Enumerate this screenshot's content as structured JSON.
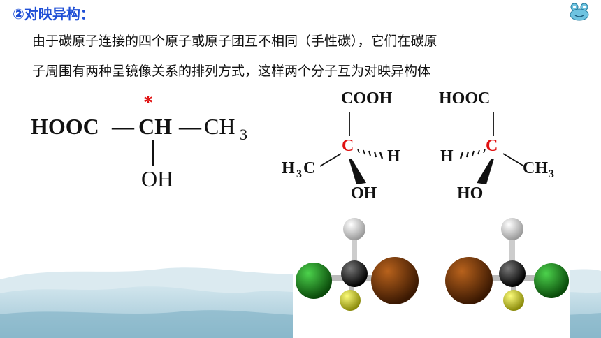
{
  "slide": {
    "title": "②对映异构：",
    "paragraph_line1": "由于碳原子连接的四个原子或原子团互不相同（手性碳），它们在碳原",
    "paragraph_line2": "子周围有两种呈镜像关系的排列方式，这样两个分子互为对映异构体"
  },
  "lactic_acid": {
    "left_group": "HOOC",
    "bond_h1": "—",
    "center": "CH",
    "bond_h2": "—",
    "right_group": "CH",
    "right_subscript": "3",
    "bottom_group": "OH",
    "chiral_mark": "*"
  },
  "enantiomer_a": {
    "top": "COOH",
    "center": "C",
    "left_main": "H",
    "left_sub": "3",
    "left_tail": "C",
    "right": "H",
    "bottom": "OH"
  },
  "enantiomer_b": {
    "top": "HOOC",
    "center": "C",
    "left": "H",
    "right_main": "CH",
    "right_sub": "3",
    "bottom": "HO"
  },
  "colors": {
    "title_blue": "#1f4fd6",
    "chiral_red": "#e01010",
    "hill_blue": "#9fc6d6",
    "atom_green": "#1a8a1a",
    "atom_brown": "#7a3a08",
    "atom_yellow": "#d8d820",
    "atom_black": "#111111",
    "atom_white": "#eeeeee"
  },
  "icons": {
    "corner": "cartoon-frog-icon"
  }
}
